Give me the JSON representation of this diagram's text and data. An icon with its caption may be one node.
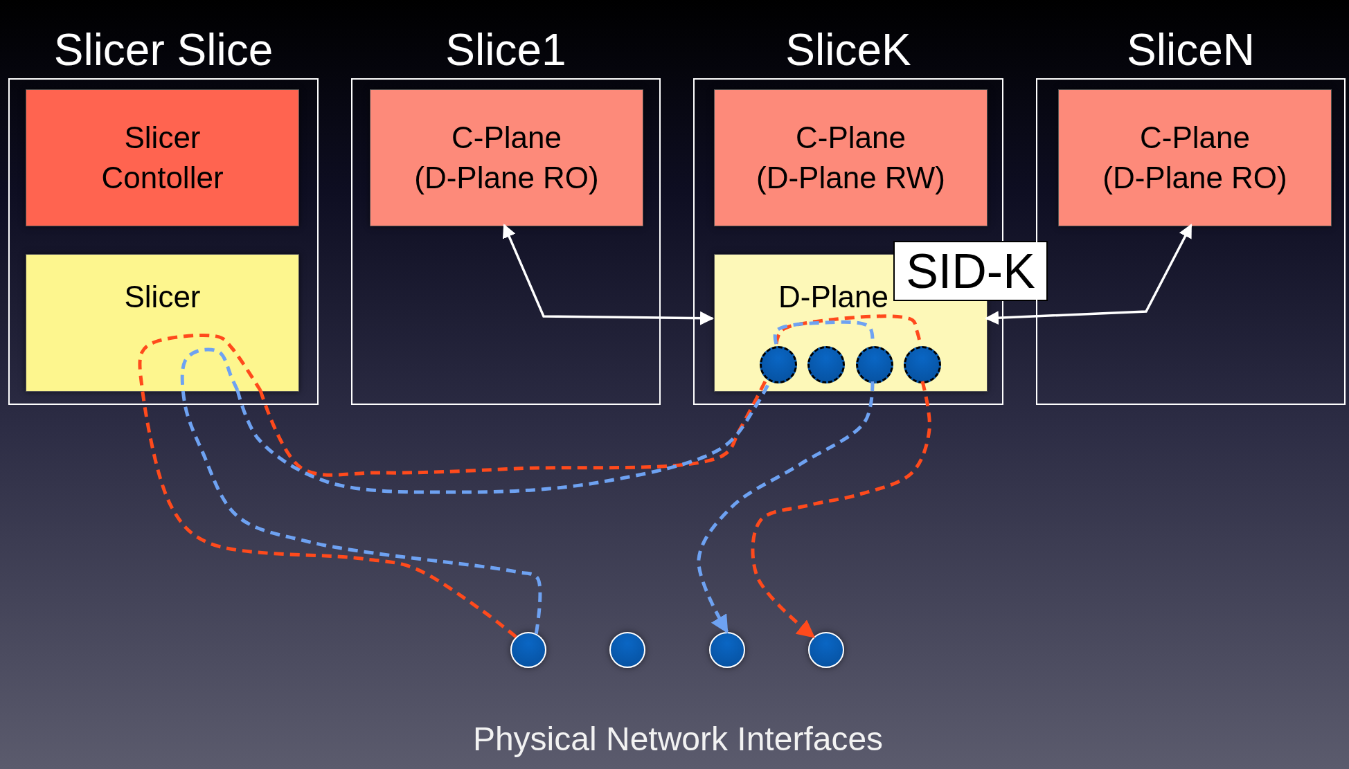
{
  "diagram": {
    "nodes": [
      {
        "text": [
          "Slicer Slice"
        ]
      },
      {
        "text": [
          "Slicer Contoller"
        ],
        "in": 0
      },
      {
        "text": [
          "Slicer"
        ],
        "in": 0
      },
      {
        "text": [
          "Slice1"
        ]
      },
      {
        "text": [
          "C-Plane (D-Plane RO)"
        ],
        "in": 3
      },
      {
        "text": [
          "SliceK"
        ]
      },
      {
        "text": [
          "C-Plane (D-Plane RW)"
        ],
        "in": 5
      },
      {
        "text": [
          "D-Plane"
        ],
        "in": 5
      },
      {
        "text": [
          "SID-K"
        ]
      },
      {
        "text": [],
        "shape": "circle",
        "in": 7
      },
      {
        "text": [],
        "shape": "circle",
        "in": 7
      },
      {
        "text": [],
        "shape": "circle",
        "in": 7
      },
      {
        "text": [],
        "shape": "circle",
        "in": 7
      },
      {
        "text": [
          "SliceN"
        ]
      },
      {
        "text": [
          "C-Plane (D-Plane RO)"
        ],
        "in": 13
      },
      {
        "text": [],
        "shape": "circle"
      },
      {
        "text": [],
        "shape": "circle"
      },
      {
        "text": [],
        "shape": "circle"
      },
      {
        "text": [],
        "shape": "circle"
      }
    ],
    "edges": [
      {
        "from": 4,
        "to": 7,
        "arrow": "both",
        "color": "#ffffff"
      },
      {
        "from": 7,
        "to": 14,
        "arrow": "both",
        "color": "#ffffff"
      },
      {
        "from": 15,
        "to": 2,
        "arrow": "none",
        "style": "dashed",
        "color": "#ff4a1c"
      },
      {
        "from": 2,
        "to": 9,
        "arrow": "none",
        "style": "dashed",
        "color": "#ff4a1c"
      },
      {
        "from": 9,
        "to": 12,
        "arrow": "none",
        "style": "dashed",
        "color": "#ff4a1c"
      },
      {
        "from": 12,
        "to": 18,
        "arrow": "to",
        "style": "dashed",
        "color": "#ff4a1c"
      },
      {
        "from": 15,
        "to": 2,
        "arrow": "none",
        "style": "dashed",
        "color": "#6ea2f2"
      },
      {
        "from": 2,
        "to": 9,
        "arrow": "none",
        "style": "dashed",
        "color": "#6ea2f2"
      },
      {
        "from": 9,
        "to": 11,
        "arrow": "none",
        "style": "dashed",
        "color": "#6ea2f2"
      },
      {
        "from": 11,
        "to": 17,
        "arrow": "to",
        "style": "dashed",
        "color": "#6ea2f2"
      }
    ],
    "labels": [
      "Physical Network Interfaces"
    ]
  }
}
